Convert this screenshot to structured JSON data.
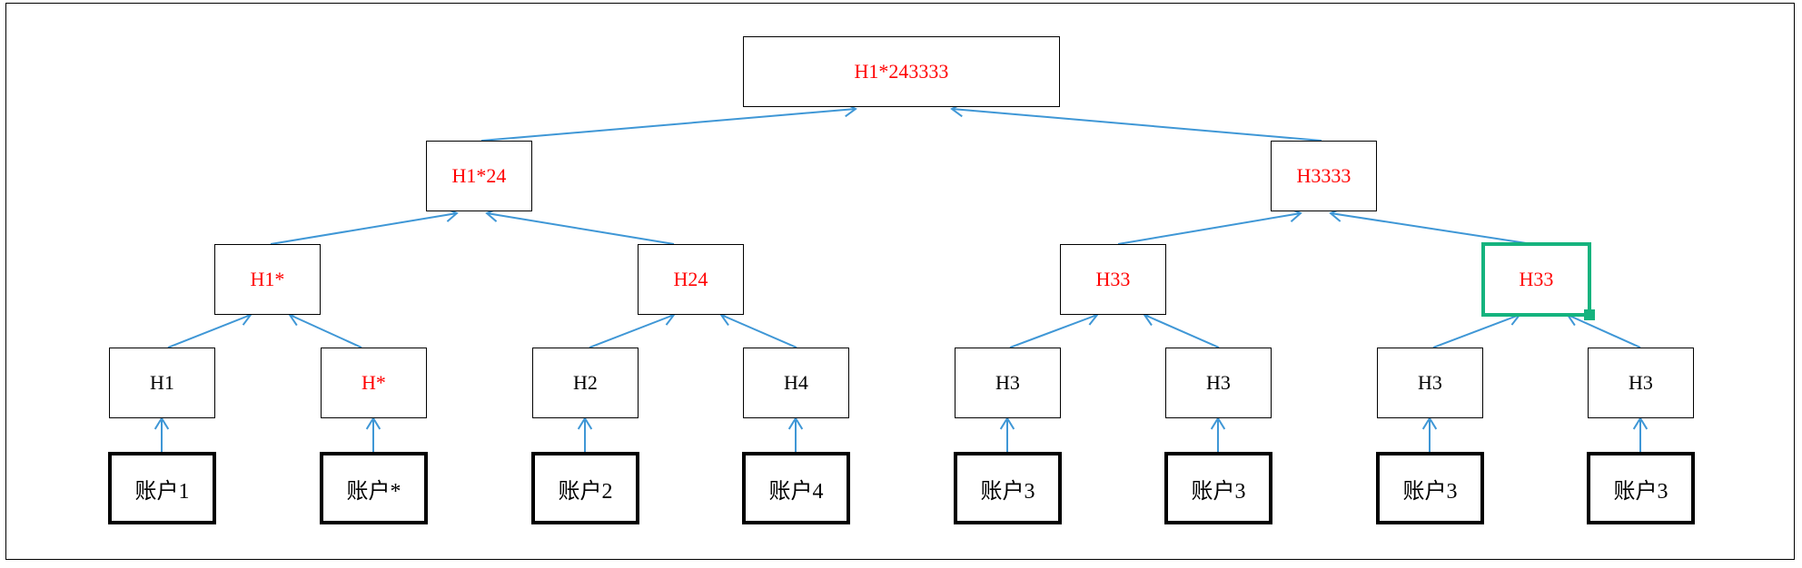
{
  "diagram": {
    "colors": {
      "edge": "#3f97d6",
      "hash_text": "#ff0000",
      "selection": "#15b37e"
    },
    "root": {
      "label": "H1*243333"
    },
    "level1": [
      {
        "label": "H1*24"
      },
      {
        "label": "H3333"
      }
    ],
    "level2": [
      {
        "label": "H1*"
      },
      {
        "label": "H24"
      },
      {
        "label": "H33"
      },
      {
        "label": "H33"
      }
    ],
    "leaves": [
      {
        "label": "H1"
      },
      {
        "label": "H*"
      },
      {
        "label": "H2"
      },
      {
        "label": "H4"
      },
      {
        "label": "H3"
      },
      {
        "label": "H3"
      },
      {
        "label": "H3"
      },
      {
        "label": "H3"
      }
    ],
    "accounts": [
      {
        "label": "账户1"
      },
      {
        "label": "账户*"
      },
      {
        "label": "账户2"
      },
      {
        "label": "账户4"
      },
      {
        "label": "账户3"
      },
      {
        "label": "账户3"
      },
      {
        "label": "账户3"
      },
      {
        "label": "账户3"
      }
    ]
  }
}
